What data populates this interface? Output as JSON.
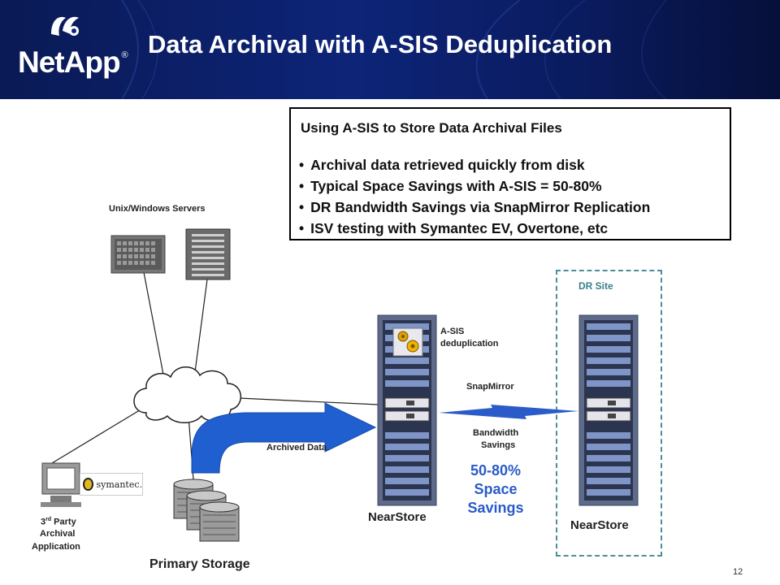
{
  "header": {
    "logo_text": "NetApp",
    "logo_registered": "®",
    "title": "Data Archival with A-SIS Deduplication"
  },
  "callout": {
    "heading": "Using A-SIS to Store Data Archival Files",
    "bullets": [
      "Archival data retrieved quickly from disk",
      "Typical Space Savings with A-SIS = 50-80%",
      "DR Bandwidth Savings via SnapMirror Replication",
      "ISV testing with Symantec EV, Overtone, etc"
    ]
  },
  "diagram": {
    "servers_label": "Unix/Windows  Servers",
    "dr_site_label": "DR Site",
    "asis_label_line1": "A-SIS",
    "asis_label_line2": "deduplication",
    "snapmirror_label": "SnapMirror",
    "bandwidth_label_line1": "Bandwidth",
    "bandwidth_label_line2": "Savings",
    "archived_data_label": "Archived Data",
    "nearstore_primary_label": "NearStore",
    "nearstore_dr_label": "NearStore",
    "savings_line1": "50-80%",
    "savings_line2": "Space",
    "savings_line3": "Savings",
    "third_party_line1": "3",
    "third_party_sup": "rd",
    "third_party_line1_rest": " Party",
    "third_party_line2": "Archival",
    "third_party_line3": "Application",
    "symantec_text": "symantec.",
    "primary_storage_label": "Primary Storage"
  },
  "footer": {
    "page_number": "12"
  },
  "colors": {
    "header_bg": "#0d2478",
    "savings_blue": "#2a5bc8",
    "arrow_blue": "#1f5fd0",
    "dr_border": "#4a8f9a",
    "dr_label": "#3a7f8a"
  }
}
